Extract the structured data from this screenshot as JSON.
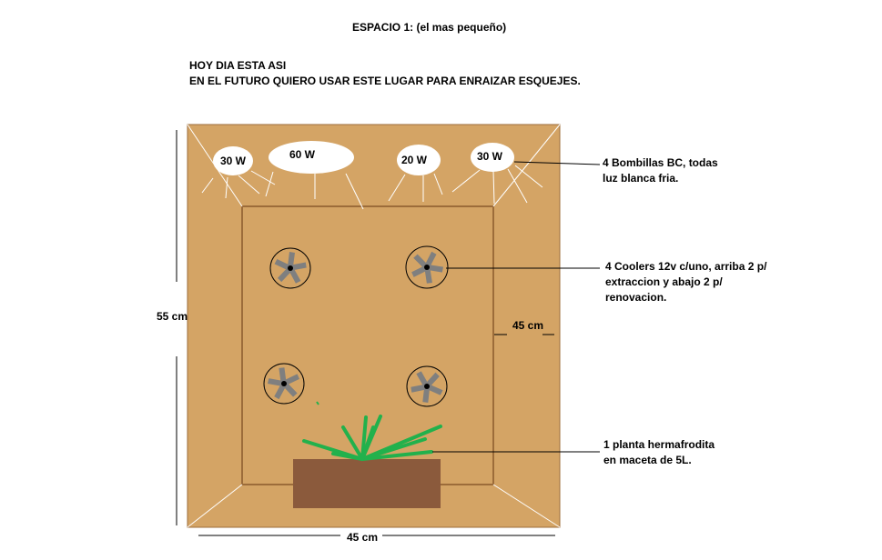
{
  "title": "ESPACIO 1: (el mas pequeño)",
  "intro": {
    "line1": "HOY DIA ESTA ASI",
    "line2": "EN EL FUTURO QUIERO USAR ESTE LUGAR PARA ENRAIZAR ESQUEJES."
  },
  "bulbs": [
    "30 W",
    "60 W",
    "20 W",
    "30 W"
  ],
  "dimensions": {
    "height": "55 cm",
    "depth": "45 cm",
    "width": "45 cm"
  },
  "annotations": {
    "bulbs": "4 Bombillas BC, todas\nluz blanca fria.",
    "coolers": "4 Coolers 12v c/uno, arriba 2 p/\nextraccion y abajo 2 p/\nrenovacion.",
    "plant": "1 planta hermafrodita\nen maceta de 5L."
  },
  "colors": {
    "box": "#d4a465",
    "box_edge": "#9c6c3a",
    "pot": "#8b5a3c",
    "plant": "#22b14c",
    "fan_blade": "#7f7f7f"
  }
}
